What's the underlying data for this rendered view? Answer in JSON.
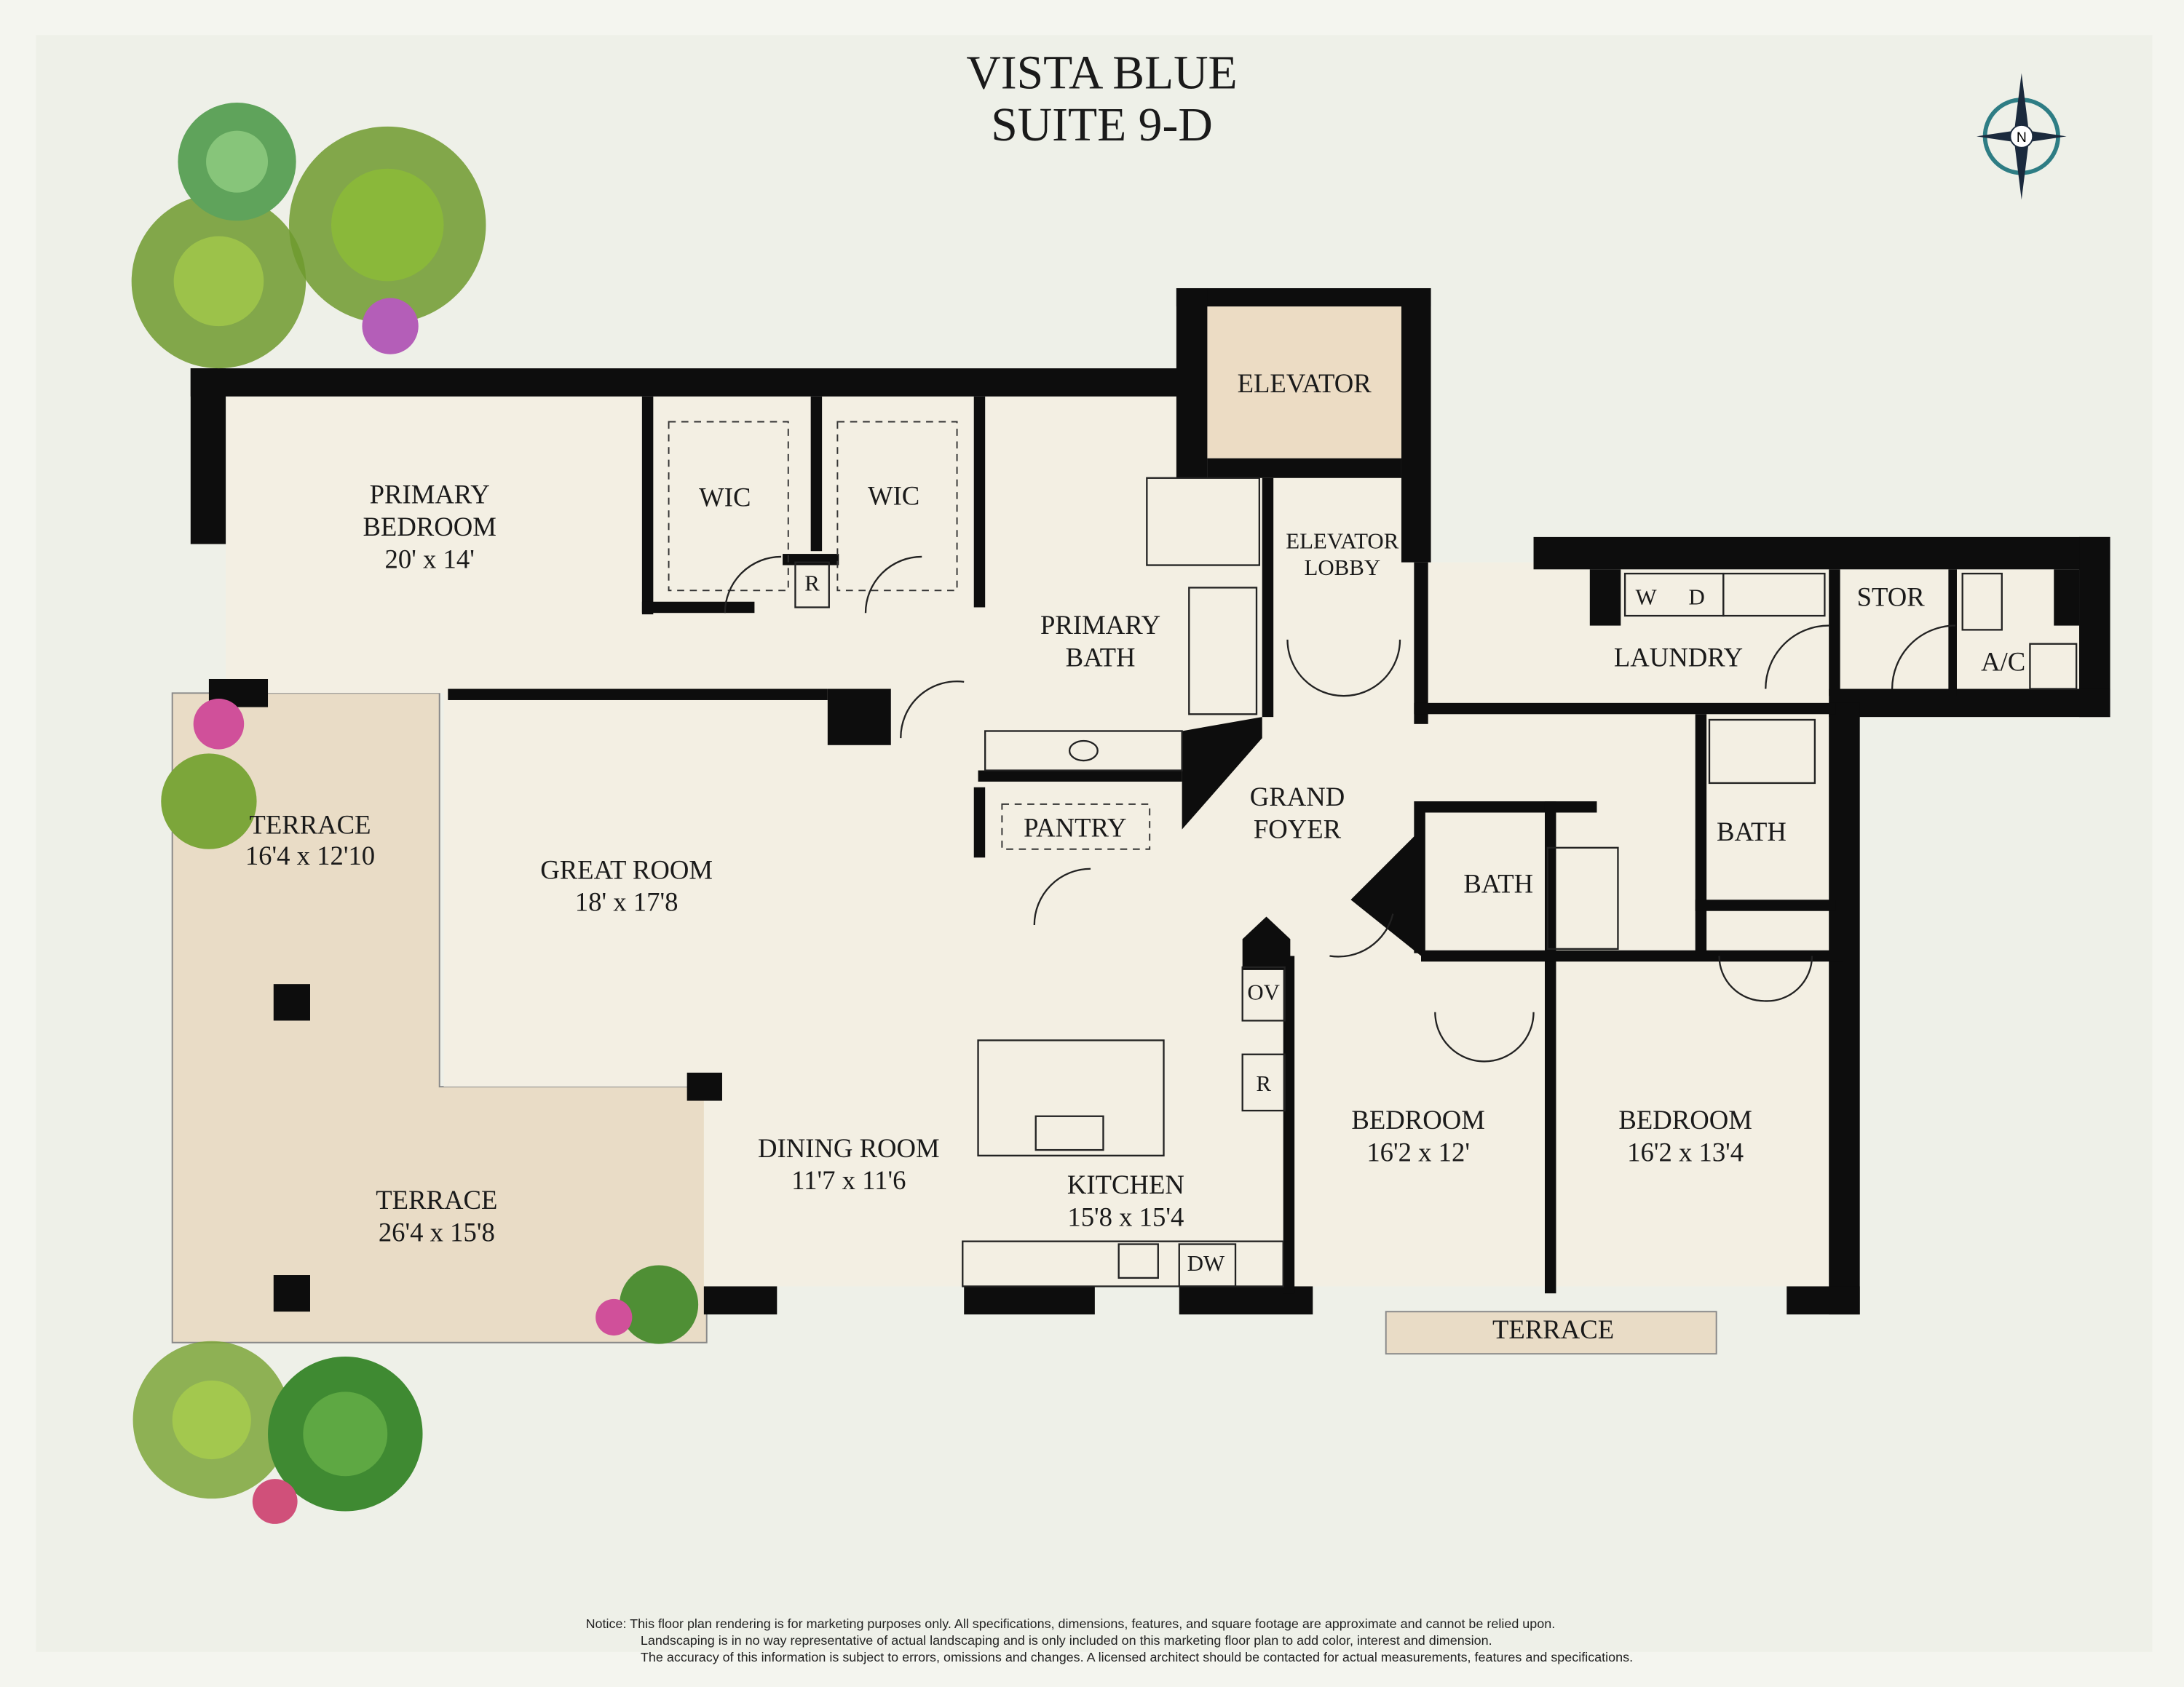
{
  "title": {
    "line1": "VISTA BLUE",
    "line2": "SUITE 9-D"
  },
  "compass": {
    "icon": "compass-rose-icon",
    "label": "N"
  },
  "colors": {
    "floor": "#f3efe3",
    "terrace": "#e9dcc6",
    "elevator": "#ecdcc4",
    "walls": "#0d0d0d",
    "background": "#f1f3ec",
    "foliage": "#6f9a2e",
    "flowers": "#c65fb0"
  },
  "rooms": {
    "primary_bedroom": {
      "line1": "PRIMARY",
      "line2": "BEDROOM",
      "dims": "20' x 14'"
    },
    "wic_1": {
      "label": "WIC"
    },
    "wic_2": {
      "label": "WIC"
    },
    "refrigerator_closet": {
      "label": "R"
    },
    "primary_bath": {
      "line1": "PRIMARY",
      "line2": "BATH"
    },
    "elevator": {
      "label": "ELEVATOR"
    },
    "elevator_lobby": {
      "line1": "ELEVATOR",
      "line2": "LOBBY"
    },
    "laundry": {
      "label": "LAUNDRY",
      "washer": "W",
      "dryer": "D"
    },
    "storage": {
      "label": "STOR"
    },
    "ac": {
      "label": "A/C"
    },
    "terrace_1": {
      "label": "TERRACE",
      "dims": "16'4 x 12'10"
    },
    "great_room": {
      "label": "GREAT ROOM",
      "dims": "18' x 17'8"
    },
    "pantry": {
      "label": "PANTRY"
    },
    "grand_foyer": {
      "line1": "GRAND",
      "line2": "FOYER"
    },
    "bath_1": {
      "label": "BATH"
    },
    "bath_2": {
      "label": "BATH"
    },
    "oven": {
      "label": "OV"
    },
    "refrigerator": {
      "label": "R"
    },
    "dining_room": {
      "label": "DINING ROOM",
      "dims": "11'7 x 11'6"
    },
    "kitchen": {
      "label": "KITCHEN",
      "dims": "15'8 x 15'4"
    },
    "dishwasher": {
      "label": "DW"
    },
    "bedroom_1": {
      "label": "BEDROOM",
      "dims": "16'2 x 12'"
    },
    "bedroom_2": {
      "label": "BEDROOM",
      "dims": "16'2 x 13'4"
    },
    "terrace_2": {
      "label": "TERRACE",
      "dims": "26'4 x 15'8"
    },
    "terrace_3": {
      "label": "TERRACE"
    }
  },
  "notice": {
    "line1": "Notice:  This floor plan rendering is for marketing purposes only. All specifications, dimensions, features, and square footage are approximate and cannot be relied upon.",
    "line2": "Landscaping is in no way representative of actual landscaping and is only included on this marketing floor plan to add color, interest and dimension.",
    "line3": "The accuracy of this information is subject to errors, omissions and changes. A licensed architect should be contacted for actual measurements, features and specifications."
  }
}
